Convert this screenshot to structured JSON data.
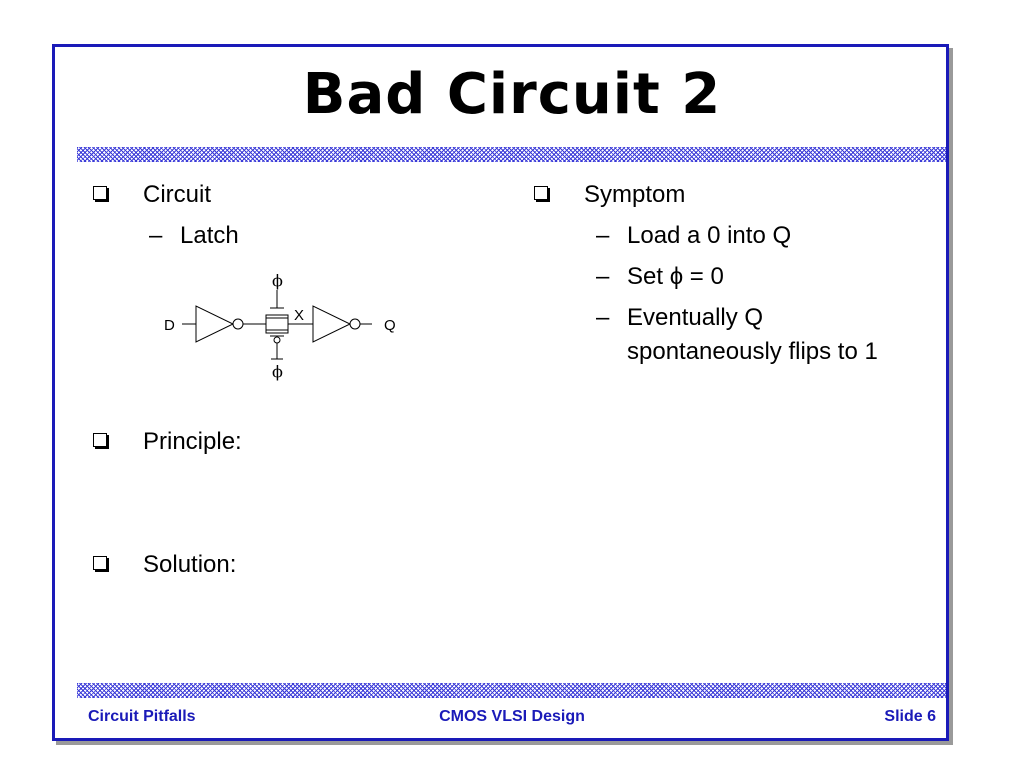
{
  "slide": {
    "title": "Bad Circuit 2",
    "left_column": {
      "circuit": {
        "label": "Circuit",
        "sub_items": [
          "Latch"
        ]
      },
      "principle": {
        "label": "Principle:"
      },
      "solution": {
        "label": "Solution:"
      }
    },
    "right_column": {
      "symptom": {
        "label": "Symptom",
        "sub_items": [
          "Load a 0 into Q",
          "Set ϕ = 0",
          "Eventually Q",
          "spontaneously flips to 1"
        ]
      }
    },
    "diagram": {
      "input_label": "D",
      "output_label": "Q",
      "node_label": "X",
      "clock_label": "ϕ",
      "clock_bar_label": "ϕ"
    },
    "footer": {
      "left": "Circuit Pitfalls",
      "center": "CMOS VLSI Design",
      "right": "Slide 6"
    }
  },
  "colors": {
    "frame_border": "#1a1ab8",
    "footer_text": "#1a1ab8",
    "hatch": "#3a3ad8"
  }
}
